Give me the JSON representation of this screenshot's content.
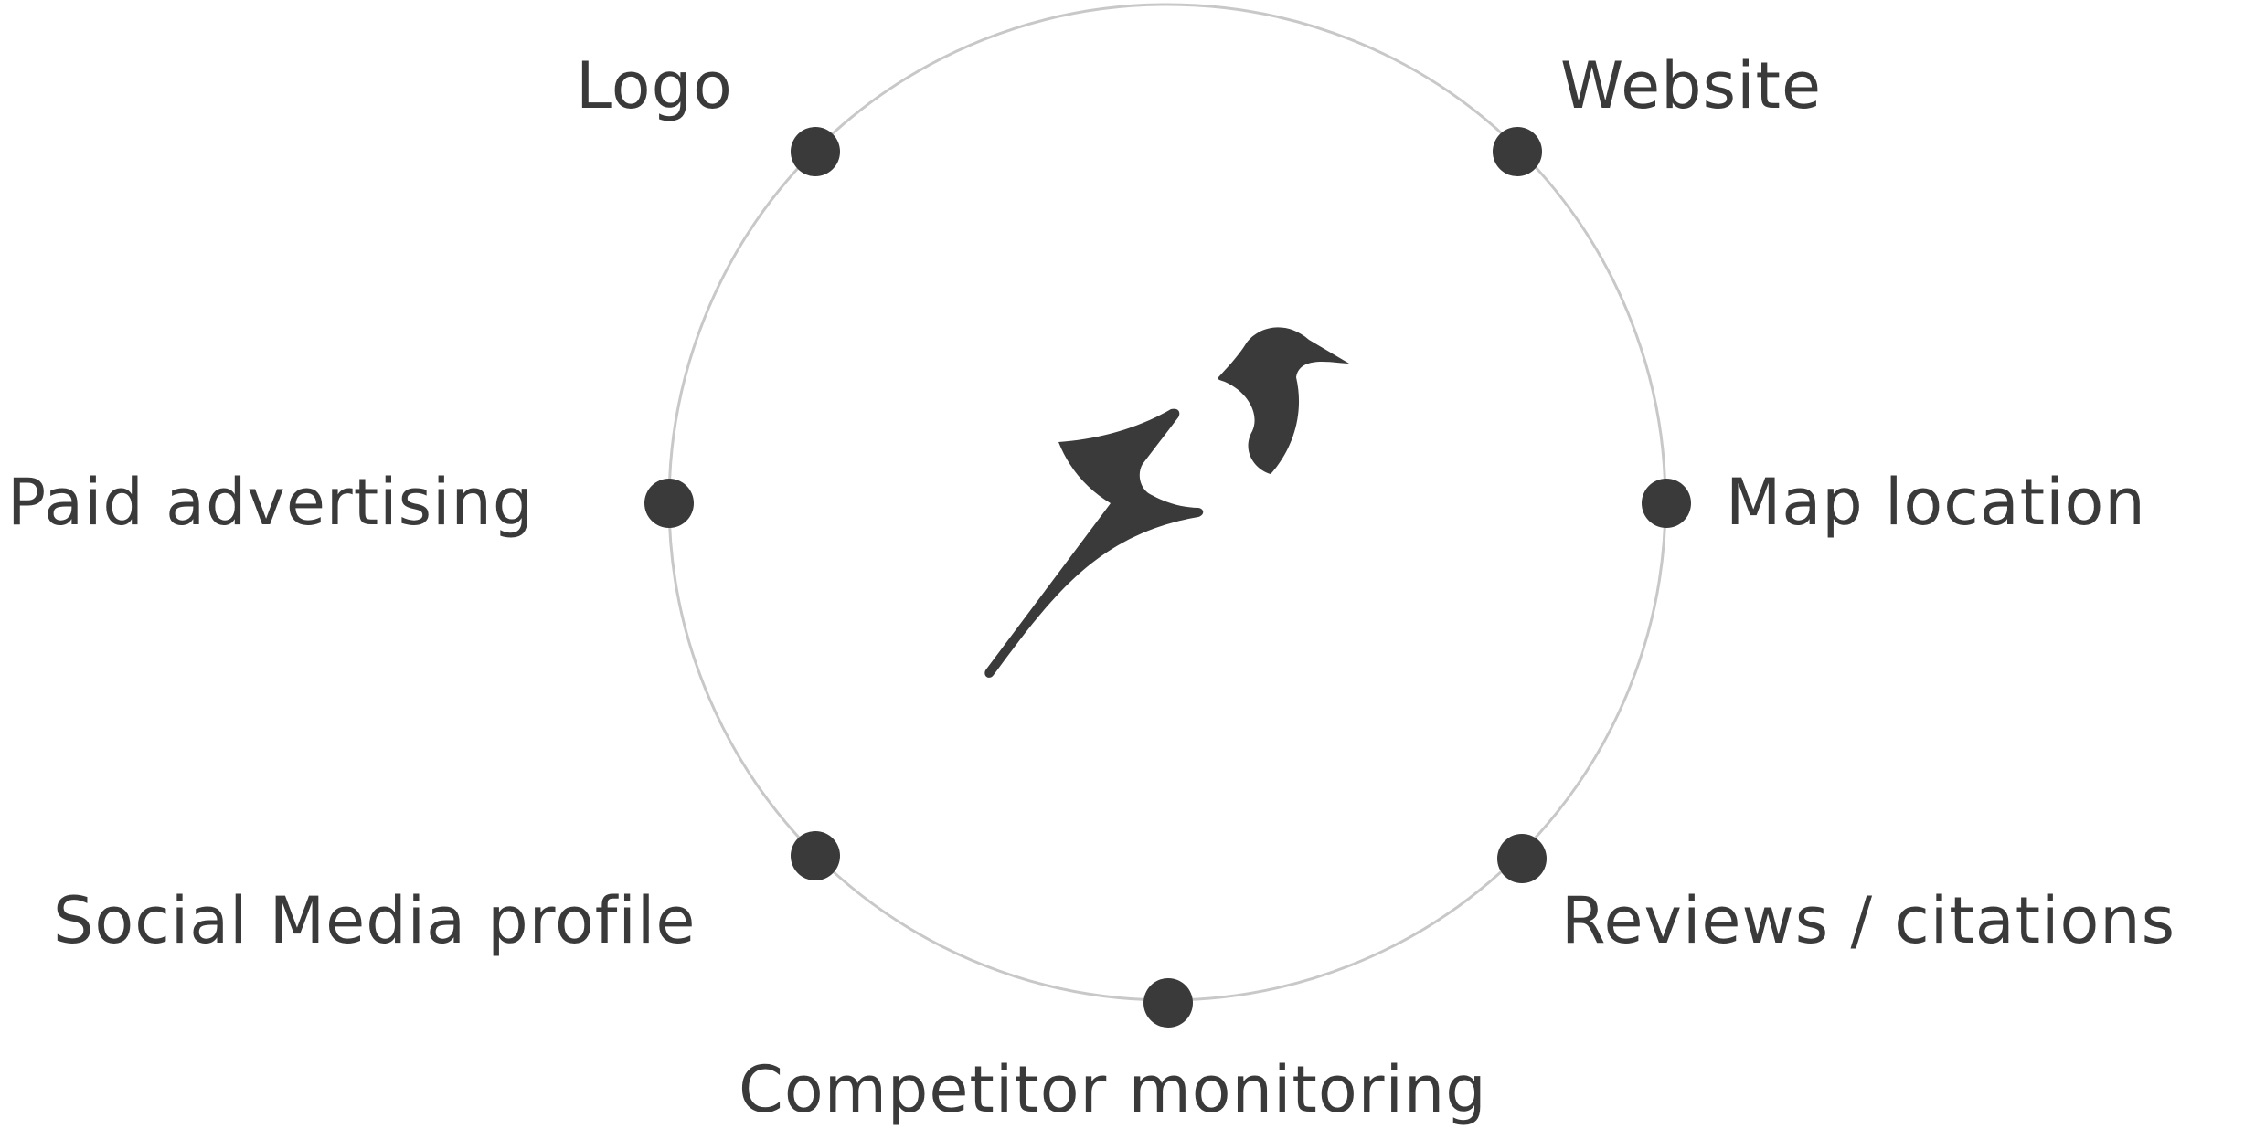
{
  "colors": {
    "background": "#ffffff",
    "ring": "#c8c8c8",
    "node": "#3a3a3a",
    "text": "#3a3a3a",
    "bird": "#3a3a3a"
  },
  "center_icon": "bird-logo-icon",
  "nodes": [
    {
      "id": "logo",
      "label": "Logo"
    },
    {
      "id": "website",
      "label": "Website"
    },
    {
      "id": "paid-advertising",
      "label": "Paid advertising"
    },
    {
      "id": "map-location",
      "label": "Map location"
    },
    {
      "id": "social-media-profile",
      "label": "Social Media profile"
    },
    {
      "id": "reviews-citations",
      "label": "Reviews / citations"
    },
    {
      "id": "competitor-monitoring",
      "label": "Competitor monitoring"
    }
  ]
}
